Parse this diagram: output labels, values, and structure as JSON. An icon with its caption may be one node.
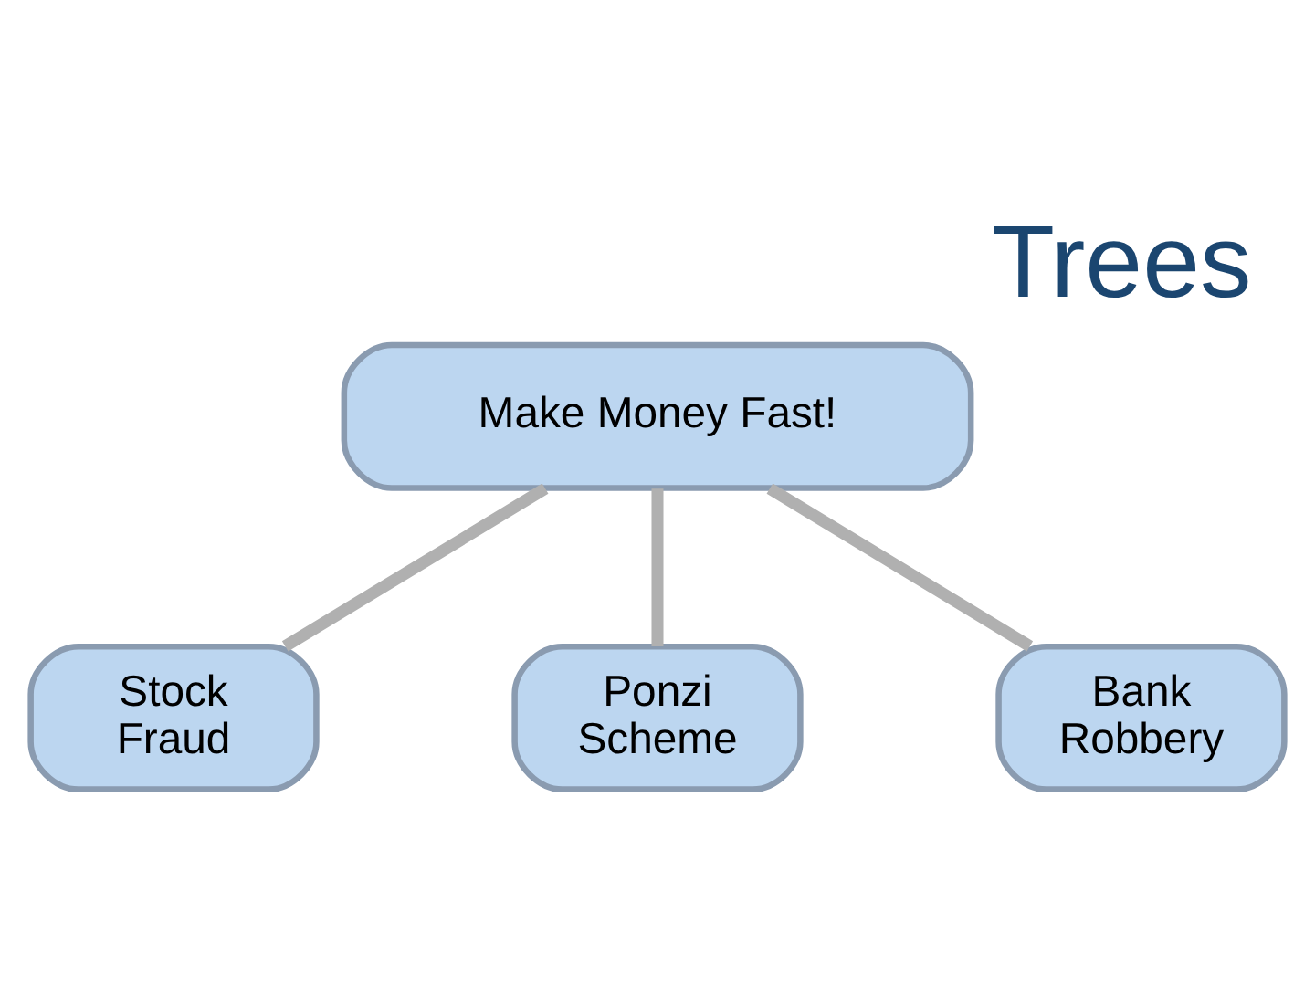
{
  "diagram": {
    "title": "Trees",
    "nodes": [
      {
        "text": [
          "Make Money Fast!"
        ]
      },
      {
        "text": [
          "Stock Fraud"
        ]
      },
      {
        "text": [
          "Ponzi Scheme"
        ]
      },
      {
        "text": [
          "Bank Robbery"
        ]
      }
    ],
    "edges": [
      {
        "from": 0,
        "to": 1,
        "arrow": "none"
      },
      {
        "from": 0,
        "to": 2,
        "arrow": "none"
      },
      {
        "from": 0,
        "to": 3,
        "arrow": "none"
      }
    ]
  }
}
